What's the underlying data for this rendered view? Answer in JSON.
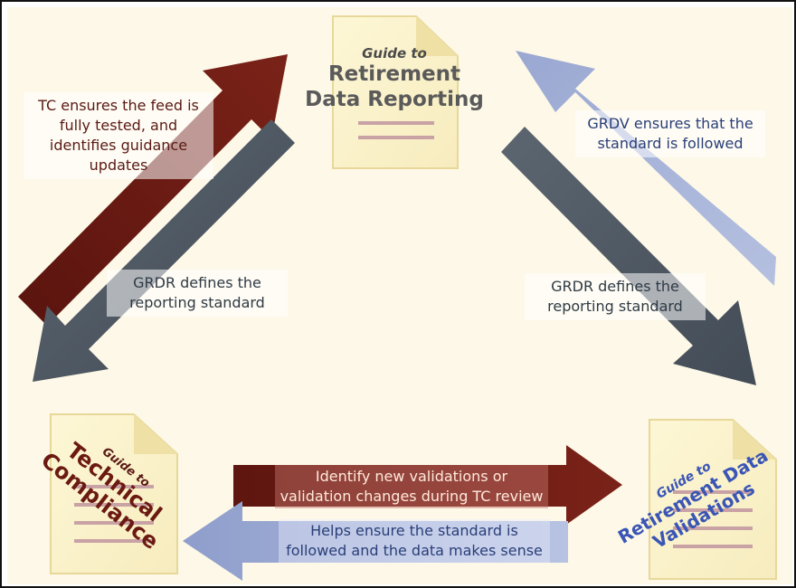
{
  "colors": {
    "background": "#fdf8e7",
    "dark_red_arrow": "#6b1a12",
    "slate_arrow": "#4e5863",
    "light_blue_arrow": "#a4b1d6",
    "doc_paper": "#fbf4cf",
    "doc_lines": "#c9a2a6"
  },
  "documents": {
    "top": {
      "line1": "Guide to",
      "line2": "Retirement",
      "line3": "Data Reporting",
      "icon": "document-icon"
    },
    "bottom_left": {
      "line1": "Guide to",
      "line2": "Technical",
      "line3": "Compliance",
      "icon": "document-icon"
    },
    "bottom_right": {
      "line1": "Guide to",
      "line2": "Retirement Data",
      "line3": "Validations",
      "icon": "document-icon"
    }
  },
  "arrows": {
    "tc_to_grdr": {
      "text": [
        "TC ensures the feed is",
        "fully tested, and",
        "identifies guidance",
        "updates"
      ]
    },
    "grdr_to_tc": {
      "text": [
        "GRDR defines the",
        "reporting standard"
      ]
    },
    "grdv_to_grdr": {
      "text": [
        "GRDV ensures that the",
        "standard is followed"
      ]
    },
    "grdr_to_grdv": {
      "text": [
        "GRDR defines the",
        "reporting standard"
      ]
    },
    "tc_to_grdv": {
      "text": [
        "Identify new validations or",
        "validation changes during TC review"
      ]
    },
    "grdv_to_tc": {
      "text": [
        "Helps ensure the standard is",
        "followed and the data makes sense"
      ]
    }
  }
}
